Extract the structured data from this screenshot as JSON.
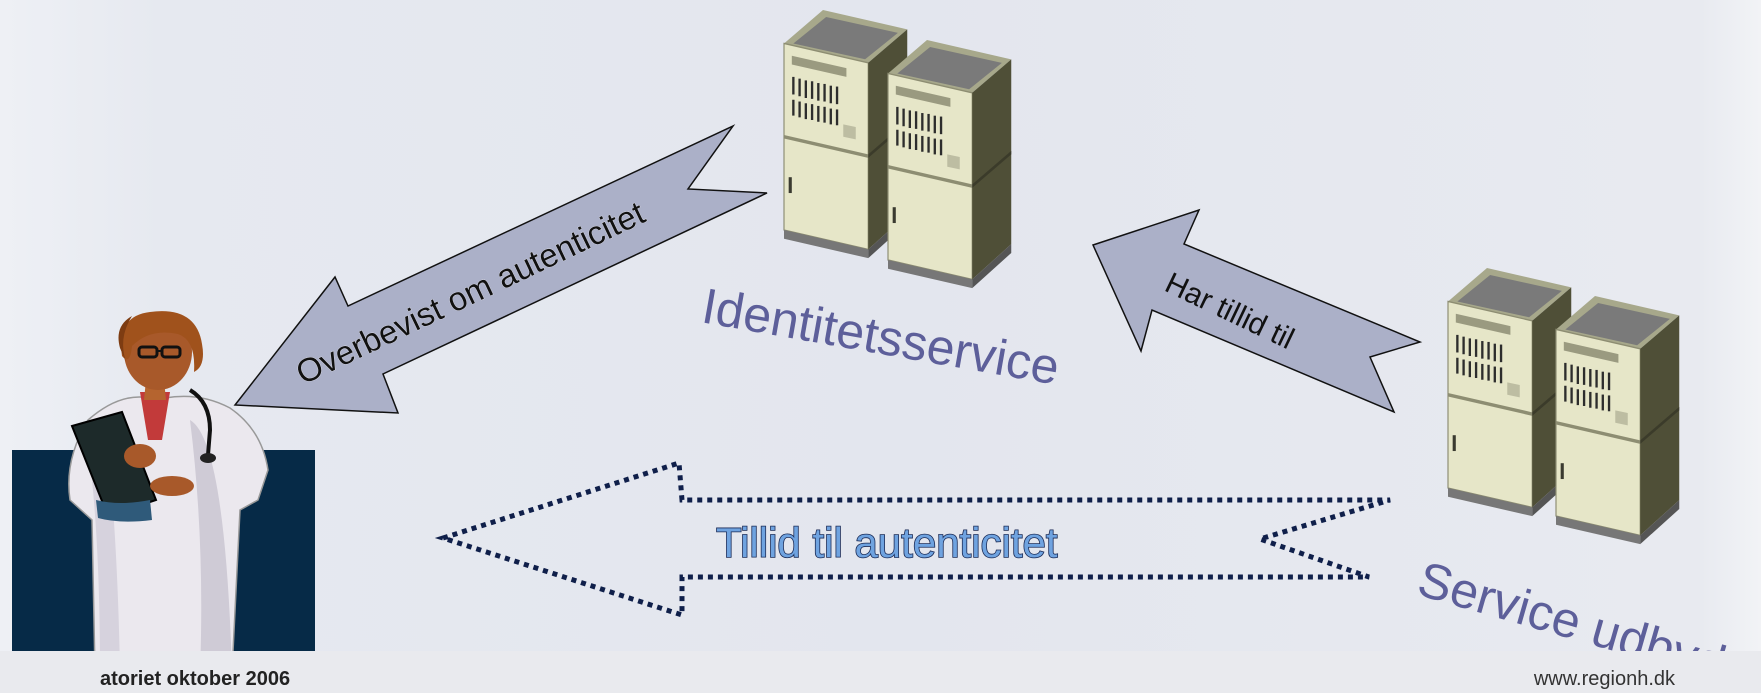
{
  "diagram": {
    "identity_label": "Identitetsservice",
    "provider_label": "Service udbyder",
    "arrow_convinced": "Overbevist om autenticitet",
    "arrow_trust": "Har tillid til",
    "arrow_trust_auth": "Tillid til autenticitet"
  },
  "footer": {
    "left_text": "atoriet oktober 2006",
    "right_text": "www.regionh.dk"
  },
  "icons": [
    "server-rack-icon",
    "doctor-figure-icon"
  ],
  "colors": {
    "arrow_fill": "#abb0c8",
    "label_blue": "#5d5f9a",
    "dotted_arrow": "#0f1f4a",
    "panel_navy": "#062a47"
  }
}
